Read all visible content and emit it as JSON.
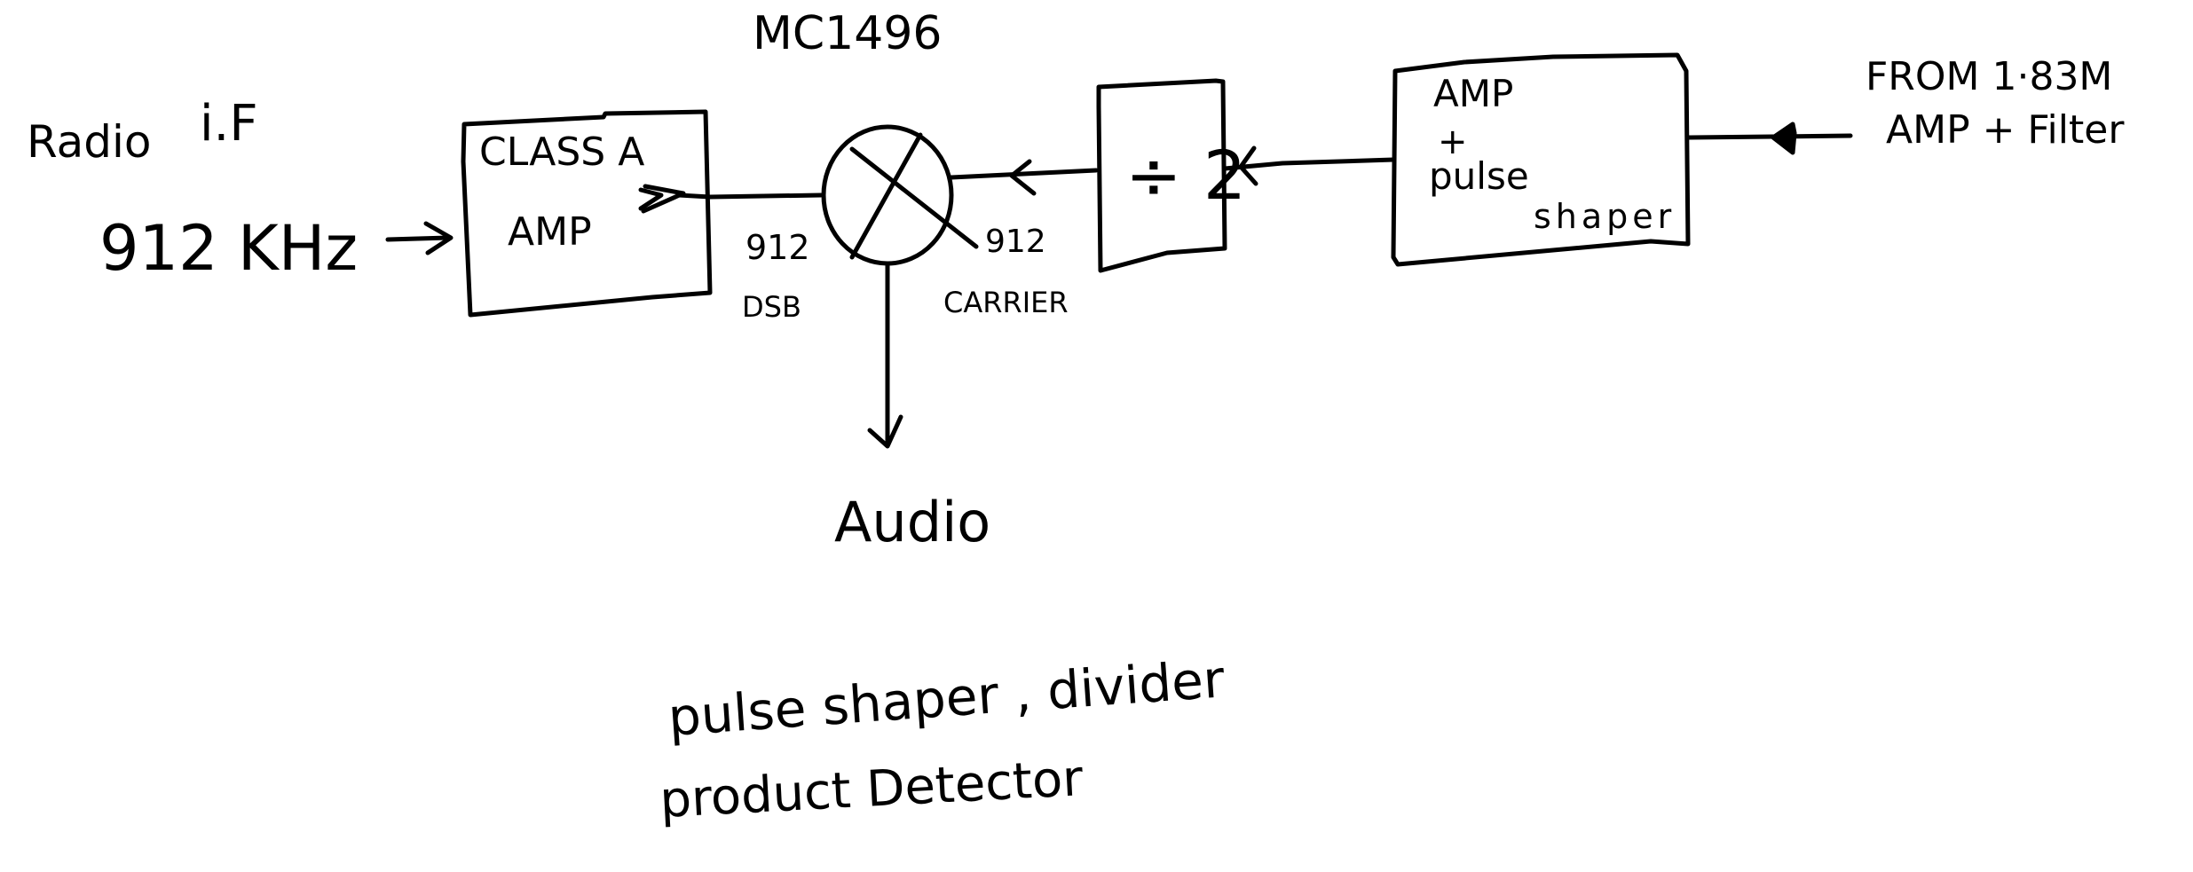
{
  "diagram": {
    "input": {
      "label_line1_a": "Radio",
      "label_line1_b": "i.F",
      "frequency": "912 KHz"
    },
    "mixer": {
      "chip_label": "MC1496"
    },
    "blocks": {
      "class_a_amp": {
        "line1": "CLASS A",
        "line2": "AMP"
      },
      "divider": {
        "label": "÷ 2"
      },
      "amp_pulse_shaper": {
        "line1": "AMP",
        "line2": "+",
        "line3": "pulse",
        "line4": "shaper"
      }
    },
    "signals": {
      "dsb": {
        "freq": "912",
        "name": "DSB"
      },
      "carrier": {
        "freq": "912",
        "name": "CARRIER"
      }
    },
    "source": {
      "line1": "FROM  1·83M",
      "line2": "AMP + Filter"
    },
    "output": {
      "label": "Audio"
    },
    "notes": {
      "line1": "pulse shaper , divider",
      "line2": "product Detector"
    }
  }
}
